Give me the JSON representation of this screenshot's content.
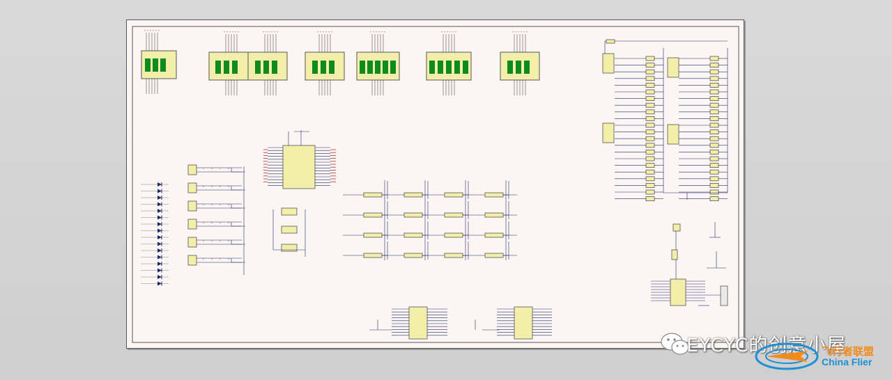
{
  "watermark": {
    "account": "EYCYC的创意小屋",
    "brand_cn": "飞行者联盟",
    "brand_en": "China Flier"
  },
  "colors": {
    "component_fill": "#f4eeab",
    "led_segment": "#0f8a1d",
    "wire": "#1e2a6a",
    "border": "#555555",
    "brand_orange": "#f28b1d",
    "brand_blue": "#1c8fd6"
  },
  "icons": [
    "wechat-logo-icon",
    "china-flier-logo-icon"
  ]
}
